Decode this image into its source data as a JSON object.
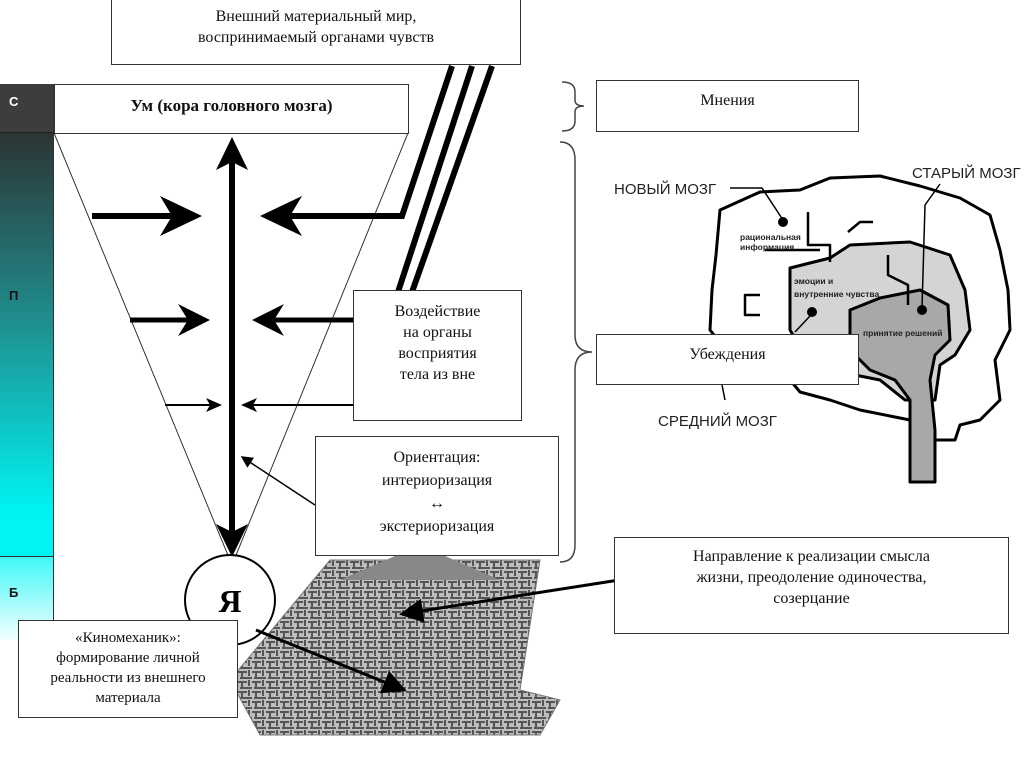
{
  "top_box": {
    "line1": "Внешний материальный мир,",
    "line2": "воспринимаемый органами чувств"
  },
  "mind_box": "Ум (кора головного мозга)",
  "levels": {
    "top": "С",
    "middle": "П",
    "bottom": "Б"
  },
  "impact_box": {
    "line1": "Воздействие",
    "line2": "на органы",
    "line3": "восприятия",
    "line4": "тела из вне"
  },
  "orientation_box": {
    "line1": "Ориентация:",
    "line2": "интериоризация",
    "line3": "↔",
    "line4": "экстериоризация"
  },
  "self_label": "Я",
  "projectionist_box": {
    "line1": "«Киномеханик»:",
    "line2": "формирование личной",
    "line3": "реальности из внешнего",
    "line4": "материала"
  },
  "opinions_box": "Мнения",
  "beliefs_box": "Убеждения",
  "direction_box": {
    "line1": "Направление к реализации смысла",
    "line2": "жизни, преодоление одиночества,",
    "line3": "созерцание"
  },
  "brain": {
    "new_brain": "НОВЫЙ МОЗГ",
    "old_brain": "СТАРЫЙ МОЗГ",
    "middle_brain": "СРЕДНИЙ МОЗГ",
    "rational_line1": "рациональная",
    "rational_line2": "информация",
    "emotions_line1": "эмоции и",
    "emotions_line2": "внутренние чувства",
    "decisions": "принятие решений"
  },
  "colors": {
    "dark": "#3a3a3a",
    "cyan": "#00f2f2",
    "brain_light": "#d4d4d4",
    "brain_dark": "#a8a8a8"
  }
}
